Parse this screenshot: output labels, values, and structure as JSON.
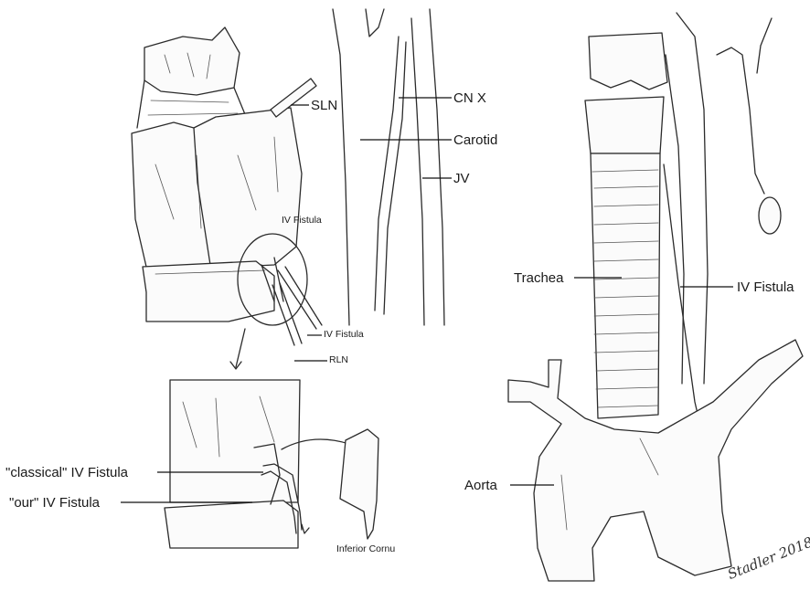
{
  "labels": {
    "sln": "SLN",
    "cn_x": "CN X",
    "carotid": "Carotid",
    "jv": "JV",
    "iv_fistula_top": "IV Fistula",
    "iv_fistula_mid": "IV Fistula",
    "rln": "RLN",
    "trachea": "Trachea",
    "iv_fistula_right": "IV Fistula",
    "aorta": "Aorta",
    "classical_iv_fistula": "\"classical\" IV Fistula",
    "our_iv_fistula": "\"our\" IV Fistula",
    "inferior_cornu": "Inferior Cornu",
    "signature": "Stadler 2018"
  }
}
